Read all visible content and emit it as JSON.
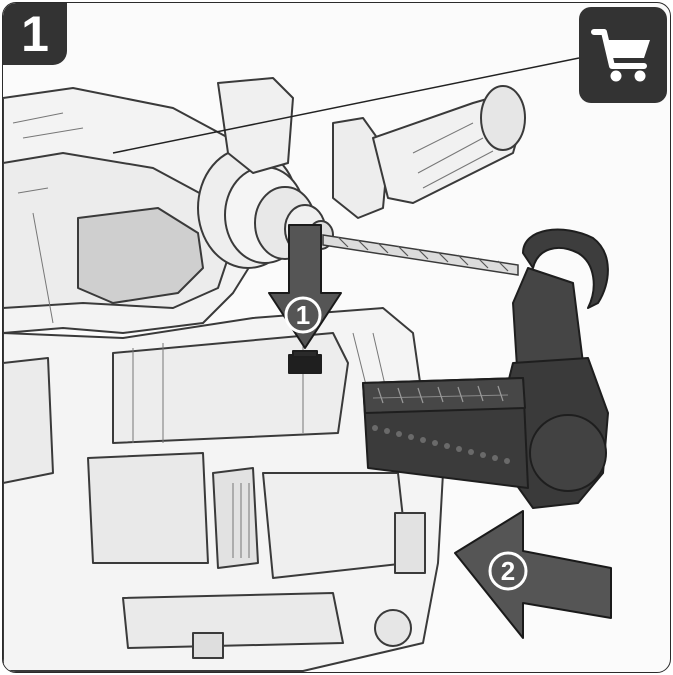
{
  "step": {
    "number": "1"
  },
  "callouts": {
    "first": "1",
    "second": "2"
  },
  "icons": {
    "cart": "shopping-cart-icon"
  },
  "colors": {
    "badge": "#333333",
    "arrow": "#555555",
    "tool_outline": "#3a3a3a",
    "tool_fill": "#f2f2f2",
    "attachment": "#3a3a3a"
  }
}
